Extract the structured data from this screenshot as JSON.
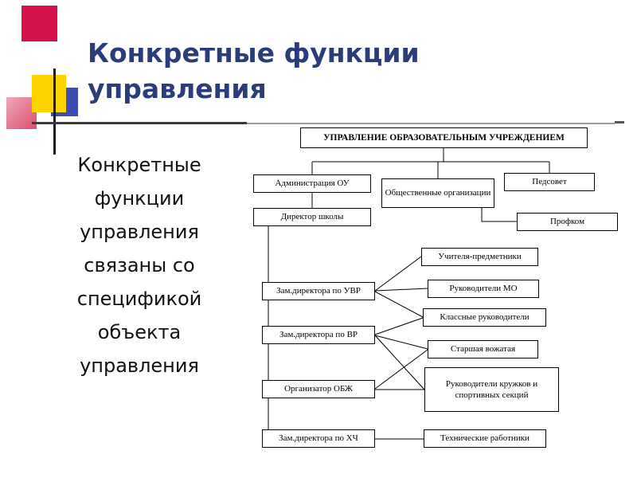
{
  "slide": {
    "title": "Конкретные функции управления",
    "body": "Конкретные функции управления связаны со спецификой объекта управления"
  },
  "diagram": {
    "root": "УПРАВЛЕНИЕ ОБРАЗОВАТЕЛЬНЫМ УЧРЕЖДЕНИЕМ",
    "administration": "Администрация ОУ",
    "public_orgs": "Общественные организации",
    "pedsovet": "Педсовет",
    "director": "Директор школы",
    "profkom": "Профком",
    "deputy_uvr": "Зам.директора по УВР",
    "deputy_vr": "Зам.директора по ВР",
    "obzh": "Организатор ОБЖ",
    "deputy_hch": "Зам.директора по ХЧ",
    "subject_teachers": "Учителя-предметники",
    "mo_leaders": "Руководители МО",
    "class_teachers": "Классные руководители",
    "senior_leader": "Старшая вожатая",
    "club_leaders": "Руководители кружков и спортивных секций",
    "tech_workers": "Технические работники"
  },
  "colors": {
    "title_text": "#2b3c7a",
    "body_text": "#111111",
    "decor_red": "#d5134a",
    "decor_yellow": "#ffd400",
    "decor_blue": "#3b4db1",
    "decor_pink_start": "#f2a7b8",
    "decor_pink_end": "#d94f6e",
    "rule_dark": "#3a3a3a",
    "rule_gray": "#9a9a9a",
    "box_border": "#000000",
    "connector": "#000000"
  }
}
